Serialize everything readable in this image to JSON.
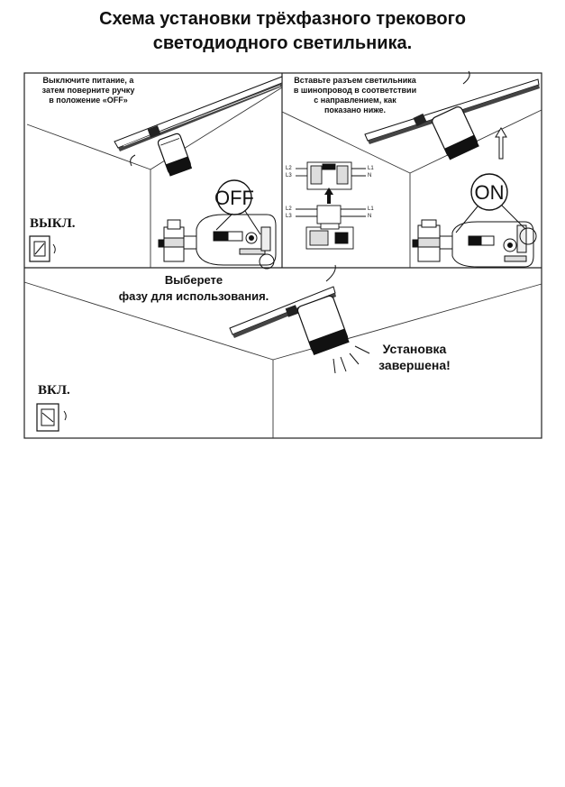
{
  "title": {
    "line1": "Схема установки трёхфазного трекового",
    "line2": "светодиодного светильника."
  },
  "step1": {
    "instruction_lines": [
      "Выключите питание, а",
      "затем поверните ручку",
      "в положение «OFF»"
    ],
    "switch_label": "ВЫКЛ.",
    "badge": "OFF"
  },
  "step2": {
    "instruction_lines": [
      "Вставьте разъем светильника",
      "в шинопровод в соответствии",
      "с направлением, как",
      "показано ниже."
    ],
    "badge": "ON",
    "connector_labels": {
      "top_left": [
        "L2",
        "L3"
      ],
      "top_right": [
        "L1",
        "N"
      ],
      "bottom_left": [
        "L2",
        "L3"
      ],
      "bottom_right": [
        "L1",
        "N"
      ]
    }
  },
  "step3": {
    "instruction_lines": [
      "Выберете",
      "фазу для использования."
    ],
    "switch_label": "ВКЛ.",
    "done_lines": [
      "Установка",
      "завершена!"
    ]
  }
}
